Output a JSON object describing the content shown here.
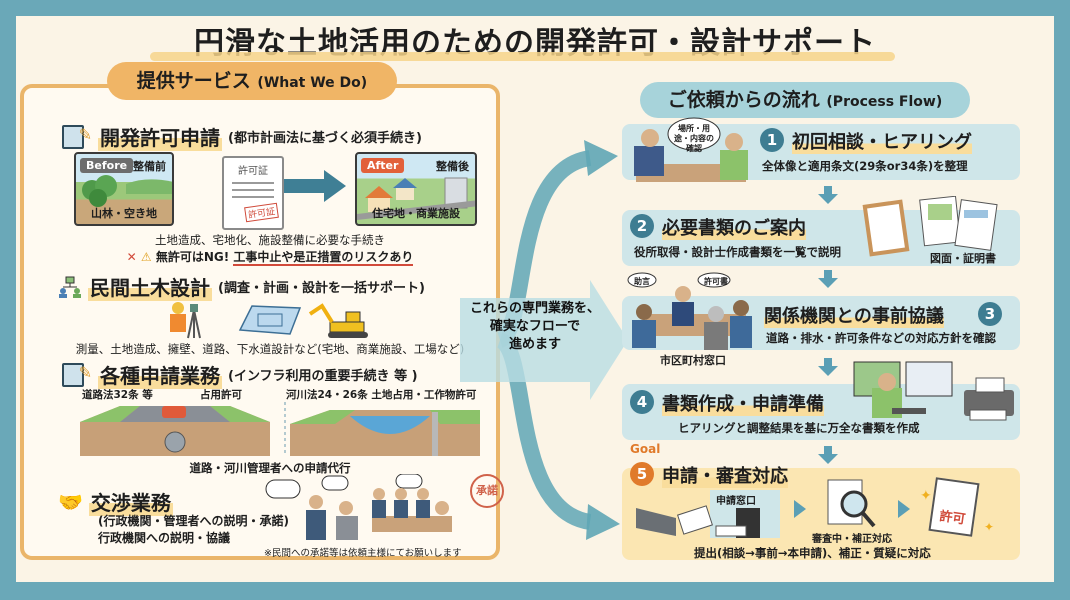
{
  "title": "円滑な土地活用のための開発許可・設計サポート",
  "left": {
    "header": "提供サービス",
    "header_en": "(What We Do)",
    "sections": [
      {
        "icon": "document-pencil-icon",
        "title": "開発許可申請",
        "subtitle": "(都市計画法に基づく必須手続き)",
        "before_tag": "Before",
        "before_title": "整備前",
        "before_caption": "山林・空き地",
        "permit_doc_title": "許可証",
        "permit_stamp": "許可証",
        "after_tag": "After",
        "after_title": "整備後",
        "after_caption": "住宅地・商業施設",
        "desc": "土地造成、宅地化、施設整備に必要な手続き",
        "warning_prefix": "無許可はNG!",
        "warning_risk": "工事中止や是正措置のリスクあり"
      },
      {
        "icon": "org-chart-icon",
        "title": "民間土木設計",
        "subtitle": "(調査・計画・設計を一括サポート)",
        "desc": "測量、土地造成、擁壁、道路、下水道設計など(宅地、商業施設、工場など)"
      },
      {
        "icon": "document-pencil-icon",
        "title": "各種申請業務",
        "subtitle": "(インフラ利用の重要手続き 等 )",
        "road_law": "道路法32条 等",
        "road_permit": "占用許可",
        "river_law": "河川法24・26条 土地占用・工作物許可",
        "desc": "道路・河川管理者への申請代行"
      },
      {
        "icon": "handshake-icon",
        "title": "交渉業務",
        "line1": "(行政機関・管理者への説明・承諾)",
        "line2": "行政機関への説明・協議",
        "stamp": "承諾",
        "note": "※民間への承諾等は依頼主様にてお願いします"
      }
    ]
  },
  "center_text": [
    "これらの専門業務を、",
    "確実なフローで",
    "進めます"
  ],
  "right": {
    "header": "ご依頼からの流れ",
    "header_en": "(Process Flow)",
    "steps": [
      {
        "num": "1",
        "title": "初回相談・ヒアリング",
        "desc": "全体像と適用条文(29条or34条)を整理",
        "bubble": "場所・用途・内容の確認"
      },
      {
        "num": "2",
        "title": "必要書類のご案内",
        "desc": "役所取得・設計士作成書類を一覧で説明",
        "caption": "図面・証明書"
      },
      {
        "num": "3",
        "title": "関係機関との事前協議",
        "desc": "道路・排水・許可条件などの対応方針を確認",
        "caption": "市区町村窓口",
        "bubble1": "助言",
        "bubble2": "許可書"
      },
      {
        "num": "4",
        "title": "書類作成・申請準備",
        "desc": "ヒアリングと調整結果を基に万全な書類を作成"
      },
      {
        "num": "5",
        "title": "申請・審査対応",
        "goal": "Goal",
        "window_label": "申請窓口",
        "review_label": "審査中・補正対応",
        "permit_label": "許可",
        "desc": "提出(相談→事前→本申請)、補正・質疑に対応"
      }
    ]
  },
  "colors": {
    "frame": "#6aa8b8",
    "paper": "#fbf4e6",
    "orange_accent": "#f0b566",
    "teal_accent": "#a7d3da",
    "step_bg": "#cfe6e9",
    "goal_bg": "#fbe6b2",
    "step_number": "#3e7d92",
    "goal_number": "#e07a2a",
    "warning_red": "#d24a3a"
  }
}
